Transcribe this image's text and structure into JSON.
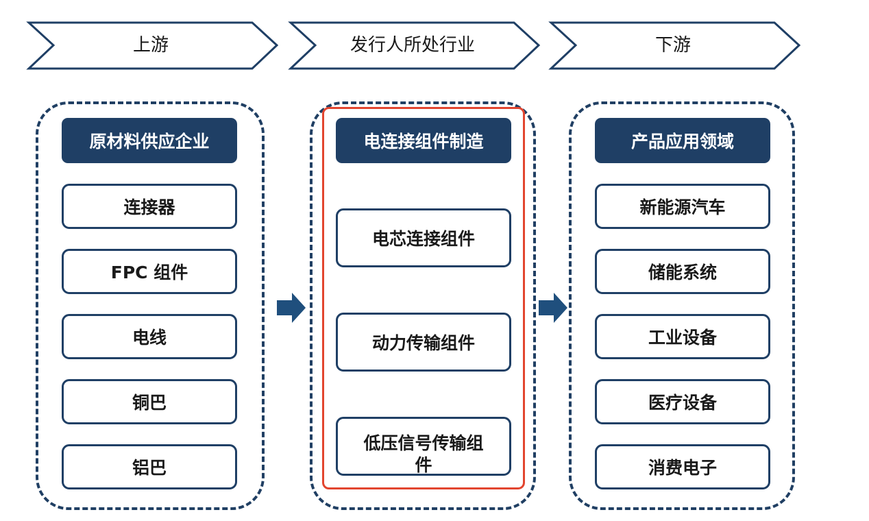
{
  "stages": [
    {
      "label": "上游"
    },
    {
      "label": "发行人所处行业"
    },
    {
      "label": "下游"
    }
  ],
  "upstream": {
    "header": "原材料供应企业",
    "items": [
      "连接器",
      "FPC 组件",
      "电线",
      "铜巴",
      "铝巴"
    ]
  },
  "industry": {
    "header": "电连接组件制造",
    "items": [
      "电芯连接组件",
      "动力传输组件",
      "低压信号传输组件"
    ]
  },
  "downstream": {
    "header": "产品应用领域",
    "items": [
      "新能源汽车",
      "储能系统",
      "工业设备",
      "医疗设备",
      "消费电子"
    ]
  },
  "colors": {
    "navy": "#1f3f65",
    "highlight": "#e2452f"
  },
  "icons": [
    "chevron-banner-icon",
    "arrow-right-icon"
  ]
}
